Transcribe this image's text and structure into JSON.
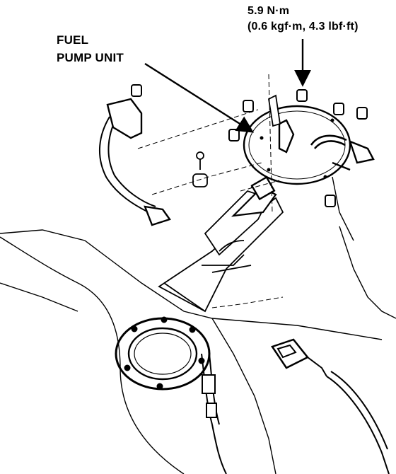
{
  "labels": {
    "torque": {
      "line1": "5.9 N·m",
      "line2": "(0.6 kgf·m, 4.3 lbf·ft)"
    },
    "component": {
      "line1": "FUEL",
      "line2": "PUMP UNIT"
    }
  },
  "colors": {
    "ink": "#000000",
    "paper": "#ffffff"
  }
}
